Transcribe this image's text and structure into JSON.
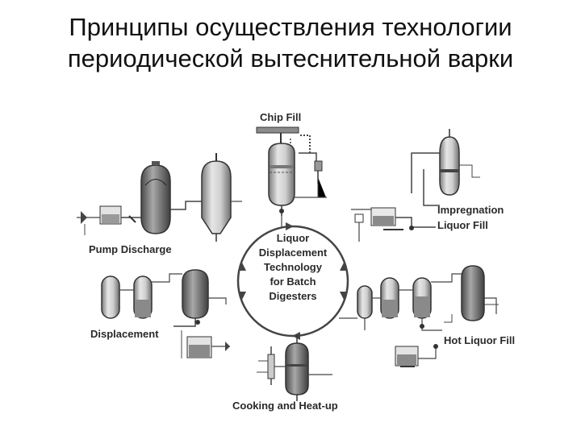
{
  "title": {
    "line1": "Принципы  осуществления технологии",
    "line2": "периодической вытеснительной варки"
  },
  "center": {
    "line1": "Liquor",
    "line2": "Displacement",
    "line3": "Technology",
    "line4": "for Batch",
    "line5": "Digesters"
  },
  "stages": {
    "chip_fill": "Chip Fill",
    "impregnation_1": "Impregnation",
    "impregnation_2": "Liquor Fill",
    "pump_discharge": "Pump Discharge",
    "displacement": "Displacement",
    "hot_liquor_fill": "Hot Liquor Fill",
    "cooking": "Cooking and Heat-up"
  },
  "colors": {
    "line": "#444444",
    "vessel_light": "#d9d9d9",
    "vessel_dark": "#8a8a8a"
  }
}
